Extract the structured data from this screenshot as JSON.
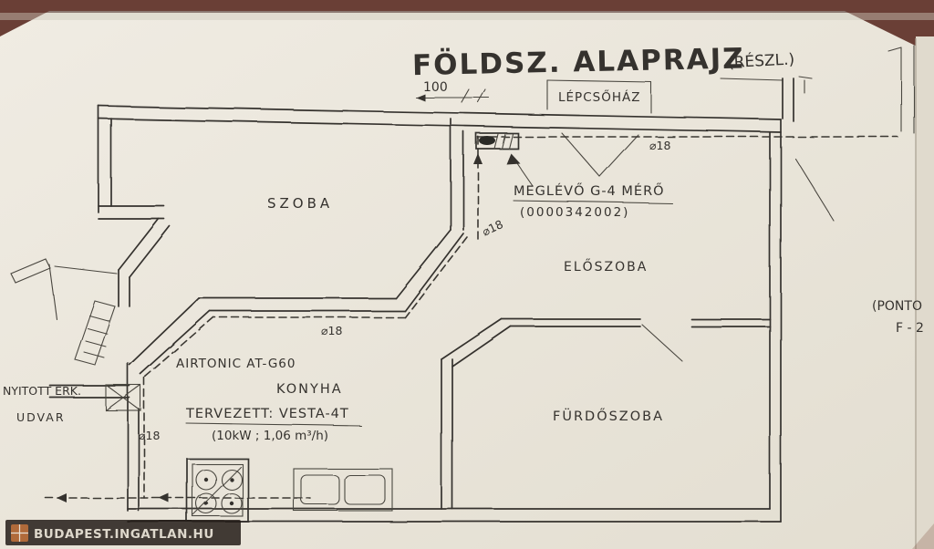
{
  "title": {
    "main": "FÖLDSZ. ALAPRAJZ",
    "suffix": "(RÉSZL.)"
  },
  "dimension_top": "100",
  "rooms": {
    "staircase": "LÉPCSŐHÁZ",
    "room": "SZOBA",
    "hall": "ELŐSZOBA",
    "kitchen": "KONYHA",
    "bathroom": "FÜRDŐSZOBA"
  },
  "labels": {
    "meter_name": "MEGLÉVŐ G-4 MÉRŐ",
    "meter_serial": "(0000342002)",
    "appliance_existing": "AIRTONIC AT-G60",
    "appliance_planned": "TERVEZETT: VESTA-4T",
    "appliance_planned_spec": "(10kW ; 1,06 m³/h)",
    "pipe_size": "⌀18",
    "outdoor_line1": "NYITOTT ERK.",
    "outdoor_line2": "UDVAR",
    "edge_note_line1": "(PONTO",
    "edge_note_line2": "F - 2"
  },
  "watermark": {
    "text": "BUDAPEST.INGATLAN.HU"
  },
  "colors": {
    "ink": "#35322e",
    "paper": "#ece8de",
    "backdrop": "#5a332c",
    "watermark_bg": "#231c17",
    "watermark_text": "#ded8cc",
    "logo_orange": "#b06a3a"
  }
}
